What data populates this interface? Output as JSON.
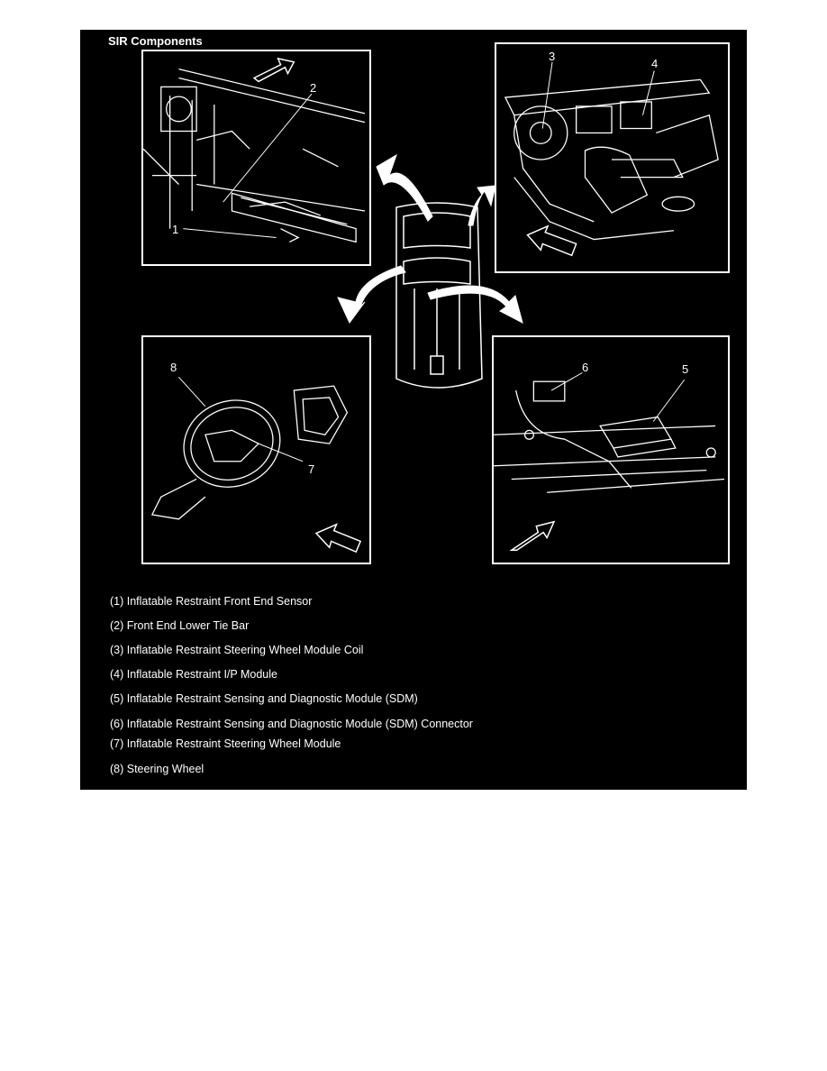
{
  "title": "SIR Components",
  "callouts": [
    "1",
    "2",
    "3",
    "4",
    "5",
    "6",
    "7",
    "8"
  ],
  "legend": [
    "(1) Inflatable Restraint Front End Sensor",
    "(2) Front End Lower Tie Bar",
    "(3) Inflatable Restraint Steering Wheel Module Coil",
    "(4) Inflatable Restraint I/P Module",
    "(5) Inflatable Restraint Sensing and Diagnostic Module (SDM)",
    "(6) Inflatable Restraint Sensing and Diagnostic Module (SDM) Connector",
    "(7) Inflatable Restraint Steering Wheel Module",
    "(8) Steering Wheel"
  ],
  "colors": {
    "background": "#000000",
    "ink": "#ffffff",
    "page": "#ffffff"
  }
}
